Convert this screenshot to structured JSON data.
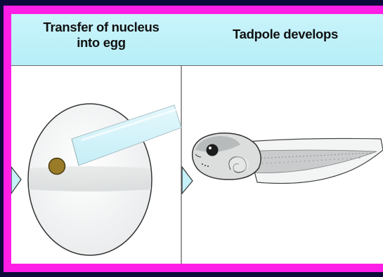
{
  "steps": [
    {
      "title": "Transfer of nucleus into egg",
      "line1": "Transfer of nucleus",
      "line2": "into egg"
    },
    {
      "title": "Tadpole develops"
    }
  ],
  "colors": {
    "background": "#0b0a3a",
    "border": "#ff1ee6",
    "header": "#bff1f8",
    "pipette": "#d6f4fb",
    "nucleus": "#9a7c28"
  },
  "icons": [
    "egg-illustration",
    "pipette-illustration",
    "nucleus-illustration",
    "tadpole-illustration",
    "arrow-chevron-icon"
  ]
}
